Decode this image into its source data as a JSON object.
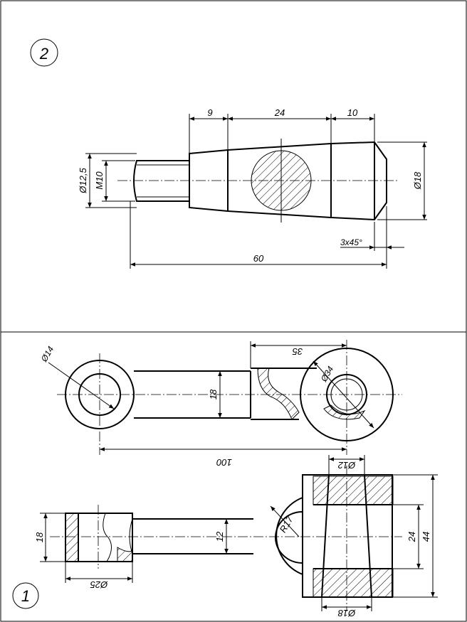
{
  "panels": [
    {
      "number": "2",
      "dimensions": {
        "len_9": "9",
        "len_24": "24",
        "len_10": "10",
        "len_60": "60",
        "dia_12_5": "Ø12,5",
        "thread": "M10",
        "dia_18": "Ø18",
        "chamfer": "3x45°"
      }
    },
    {
      "number": "1",
      "dimensions": {
        "dia_14": "Ø14",
        "len_35": "35",
        "dia_34": "Ø34",
        "w_18_top": "18",
        "len_100": "100",
        "dia_12": "Ø12",
        "h_18_bottom": "18",
        "h_12": "12",
        "radius_17": "R17",
        "h_24": "24",
        "h_44": "44",
        "dia_25": "Ø25",
        "dia_18_bottom": "Ø18"
      }
    }
  ]
}
